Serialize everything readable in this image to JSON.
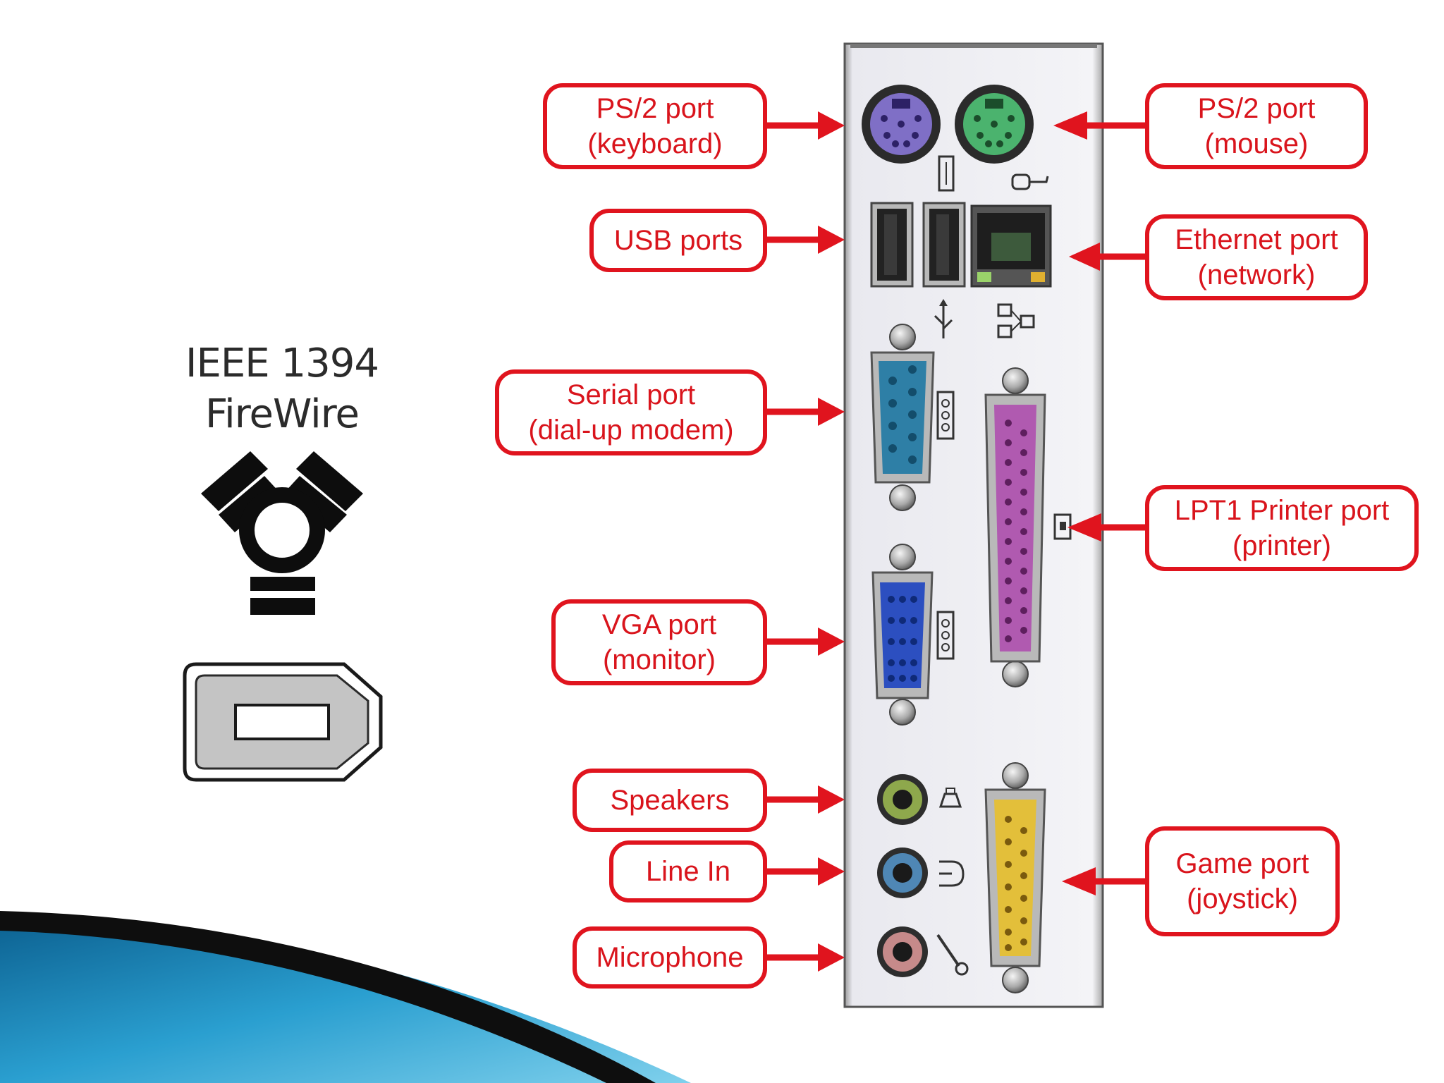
{
  "firewire": {
    "title": "IEEE 1394\nFireWire",
    "logo_icon": "firewire-logo-icon",
    "port_icon": "firewire-port-icon"
  },
  "labels": {
    "ps2_keyboard": "PS/2 port\n(keyboard)",
    "ps2_mouse": "PS/2 port\n(mouse)",
    "usb": "USB ports",
    "ethernet": "Ethernet port\n(network)",
    "serial": "Serial port\n(dial-up modem)",
    "lpt1": "LPT1 Printer port\n(printer)",
    "vga": "VGA port\n(monitor)",
    "speakers": "Speakers",
    "line_in": "Line In",
    "microphone": "Microphone",
    "game": "Game port\n(joystick)"
  },
  "colors": {
    "label_red": "#e0141e",
    "ps2_keyboard": "#7f6fc6",
    "ps2_mouse": "#4bb36e",
    "serial": "#2e7fa6",
    "vga": "#2c4fc0",
    "lpt": "#b05ab0",
    "game": "#e3bf3a",
    "speakers": "#8ea84c",
    "line_in": "#4f87b5",
    "microphone": "#c68a8a",
    "slide_blue": "#1a7fb3"
  }
}
